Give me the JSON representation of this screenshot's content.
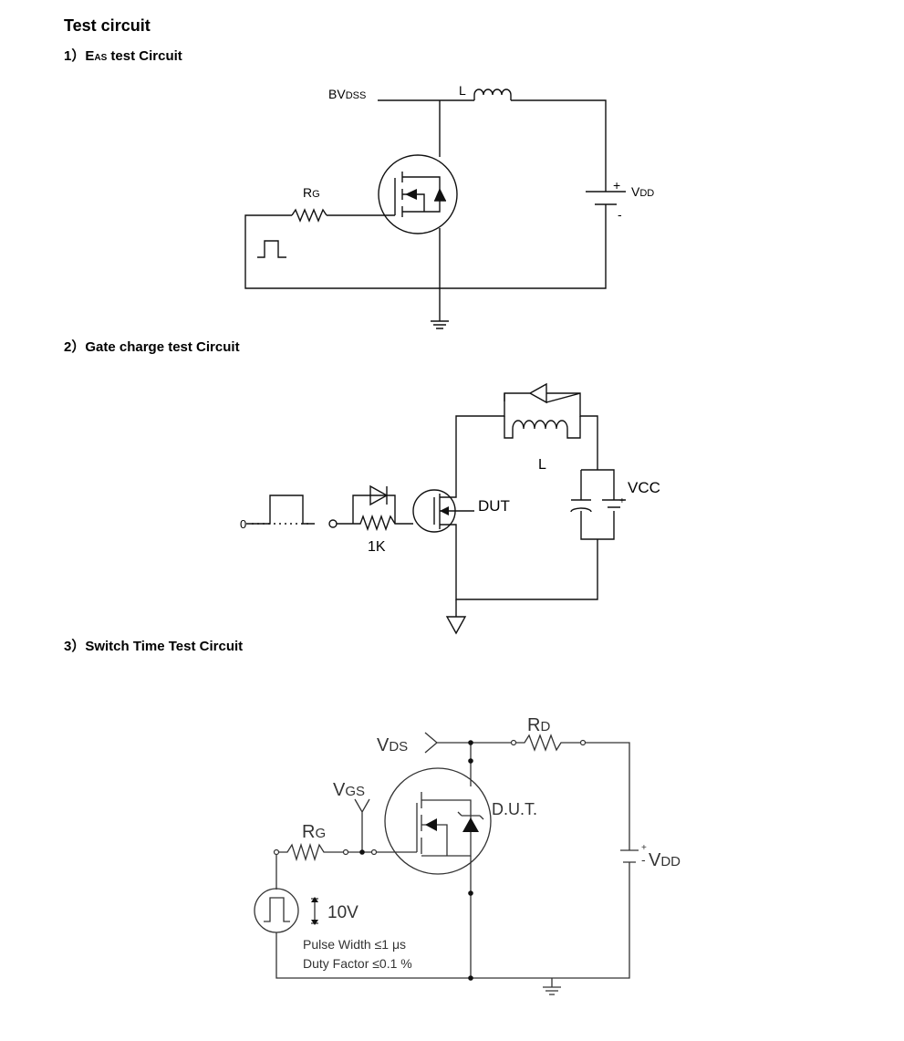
{
  "page": {
    "title": "Test circuit",
    "sections": [
      {
        "prefix": "1）E",
        "sub": "AS",
        "suffix": " test Circuit"
      },
      {
        "label": "2）Gate charge test Circuit"
      },
      {
        "label": "3）Switch Time Test Circuit"
      }
    ]
  },
  "circuit1": {
    "bvdss": "BV",
    "bvdss_sub": "DSS",
    "inductor": "L",
    "rg": "R",
    "rg_sub": "G",
    "vdd": "V",
    "vdd_sub": "DD",
    "plus": "+",
    "minus": "-"
  },
  "circuit2": {
    "inductor": "L",
    "vcc": "VCC",
    "dut": "DUT",
    "resistor": "1K",
    "zero": "0"
  },
  "circuit3": {
    "vds": "V",
    "vds_sub": "DS",
    "rd": "R",
    "rd_sub": "D",
    "vgs": "V",
    "vgs_sub": "GS",
    "rg": "R",
    "rg_sub": "G",
    "dut": "D.U.T.",
    "vdd": "V",
    "vdd_sub": "DD",
    "amplitude": "10V",
    "pulse_width": "Pulse Width ≤1 μs",
    "duty_factor": "Duty Factor ≤0.1 %",
    "plus": "+",
    "minus": "-"
  }
}
